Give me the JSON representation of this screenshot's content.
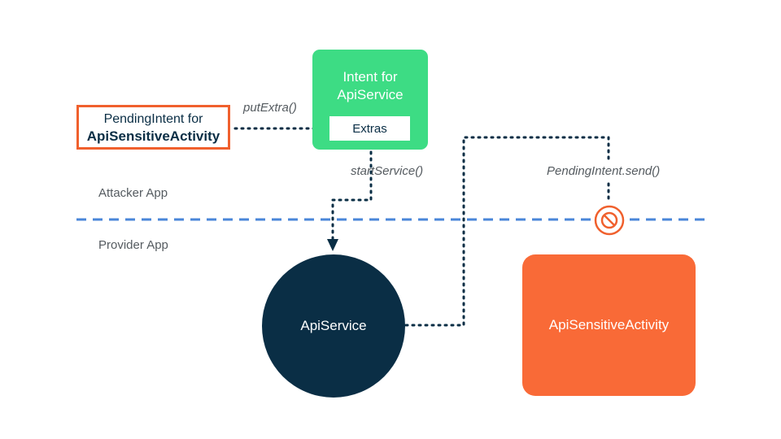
{
  "pending_intent": {
    "line1": "PendingIntent for",
    "line2": "ApiSensitiveActivity"
  },
  "intent": {
    "line1": "Intent for",
    "line2": "ApiService",
    "extras": "Extras"
  },
  "labels": {
    "put_extra": "putExtra()",
    "start_service": "startService()",
    "pending_send": "PendingIntent.send()",
    "attacker_app": "Attacker App",
    "provider_app": "Provider App"
  },
  "api_service": "ApiService",
  "api_sensitive_activity": "ApiSensitiveActivity",
  "icons": {
    "blocked": "blocked-icon",
    "arrow": "arrowhead-icon"
  },
  "colors": {
    "navy": "#0a2e45",
    "green": "#3ddc84",
    "orange": "#f96a37",
    "orange_border": "#f0602d",
    "boundary_blue": "#4a86d8",
    "label_gray": "#555b60"
  }
}
